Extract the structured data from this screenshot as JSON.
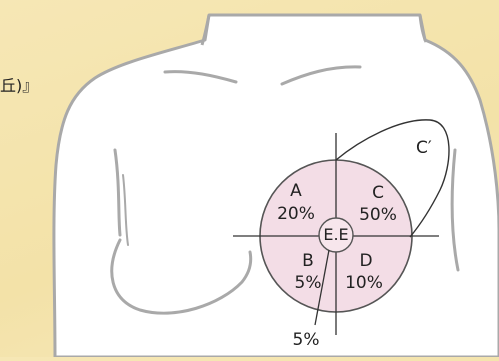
{
  "caption_fragment": "丘)』",
  "center_label": "E.E",
  "center_percent": "5%",
  "quadrants": [
    {
      "id": "A",
      "letter": "A",
      "percent": "20%"
    },
    {
      "id": "C",
      "letter": "C",
      "percent": "50%"
    },
    {
      "id": "B",
      "letter": "B",
      "percent": "5%"
    },
    {
      "id": "D",
      "letter": "D",
      "percent": "10%"
    }
  ],
  "axillary_label": "C′",
  "colors": {
    "background": "#f4e4ad",
    "torso_fill": "#ffffff",
    "torso_outline": "#a9a9a9",
    "breast_fill": "#f3dde6",
    "breast_outline": "#555555"
  }
}
